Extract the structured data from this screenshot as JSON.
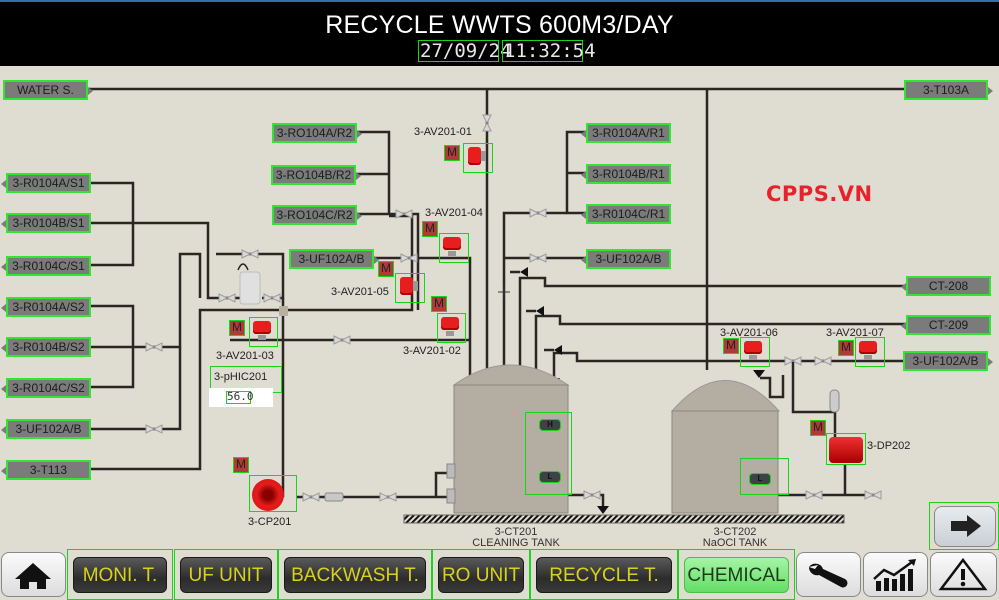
{
  "header": {
    "title": "RECYCLE WWTS 600M3/DAY",
    "date": "27/09/24",
    "time": "11:32:54"
  },
  "watermark": "CPPS.VN",
  "tags": {
    "water_s": "WATER S.",
    "t103a": "3-T103A",
    "r0104a_s1": "3-R0104A/S1",
    "r0104b_s1": "3-R0104B/S1",
    "r0104c_s1": "3-R0104C/S1",
    "r0104a_s2": "3-R0104A/S2",
    "r0104b_s2": "3-R0104B/S2",
    "r0104c_s2": "3-R0104C/S2",
    "uf102ab_left": "3-UF102A/B",
    "t113": "3-T113",
    "ro104a_r2": "3-RO104A/R2",
    "ro104b_r2": "3-RO104B/R2",
    "ro104c_r2": "3-RO104C/R2",
    "uf102ab_mid": "3-UF102A/B",
    "r0104a_r1": "3-R0104A/R1",
    "r0104b_r1": "3-R0104B/R1",
    "r0104c_r1": "3-R0104C/R1",
    "uf102ab_r1": "3-UF102A/B",
    "ct208": "CT-208",
    "ct209": "CT-209",
    "uf102ab_right": "3-UF102A/B"
  },
  "valves": {
    "av201_01": "3-AV201-01",
    "av201_02": "3-AV201-02",
    "av201_03": "3-AV201-03",
    "av201_04": "3-AV201-04",
    "av201_05": "3-AV201-05",
    "av201_06": "3-AV201-06",
    "av201_07": "3-AV201-07"
  },
  "mode_label": "M",
  "pumps": {
    "cp201": "3-CP201",
    "dp202": "3-DP202"
  },
  "ph": {
    "label": "3-pHIC201",
    "value": "56.0"
  },
  "tanks": {
    "ct201_id": "3-CT201",
    "ct201_name": "CLEANING TANK",
    "ct202_id": "3-CT202",
    "ct202_name": "NaOCl TANK",
    "level_high": "H",
    "level_low": "L"
  },
  "nav": {
    "home_icon": "home-icon",
    "moni": "MONI. T.",
    "uf": "UF UNIT",
    "backwash": "BACKWASH T.",
    "ro": "RO UNIT",
    "recycle": "RECYCLE T.",
    "chemical": "CHEMICAL",
    "active": "CHEMICAL",
    "settings_icon": "wrench-icon",
    "trend_icon": "trend-chart-icon",
    "alarm_icon": "alarm-warning-icon",
    "next_icon": "arrow-right-icon"
  },
  "colors": {
    "background": "#dfdcd1",
    "pipe": "#2a2722",
    "tag_fill": "#7b7b7b",
    "highlight": "#19d419",
    "valve_red": "#e81d1d",
    "nav_text": "#d9d21d",
    "active_nav": "#7fe87f",
    "watermark": "#e8222a"
  }
}
